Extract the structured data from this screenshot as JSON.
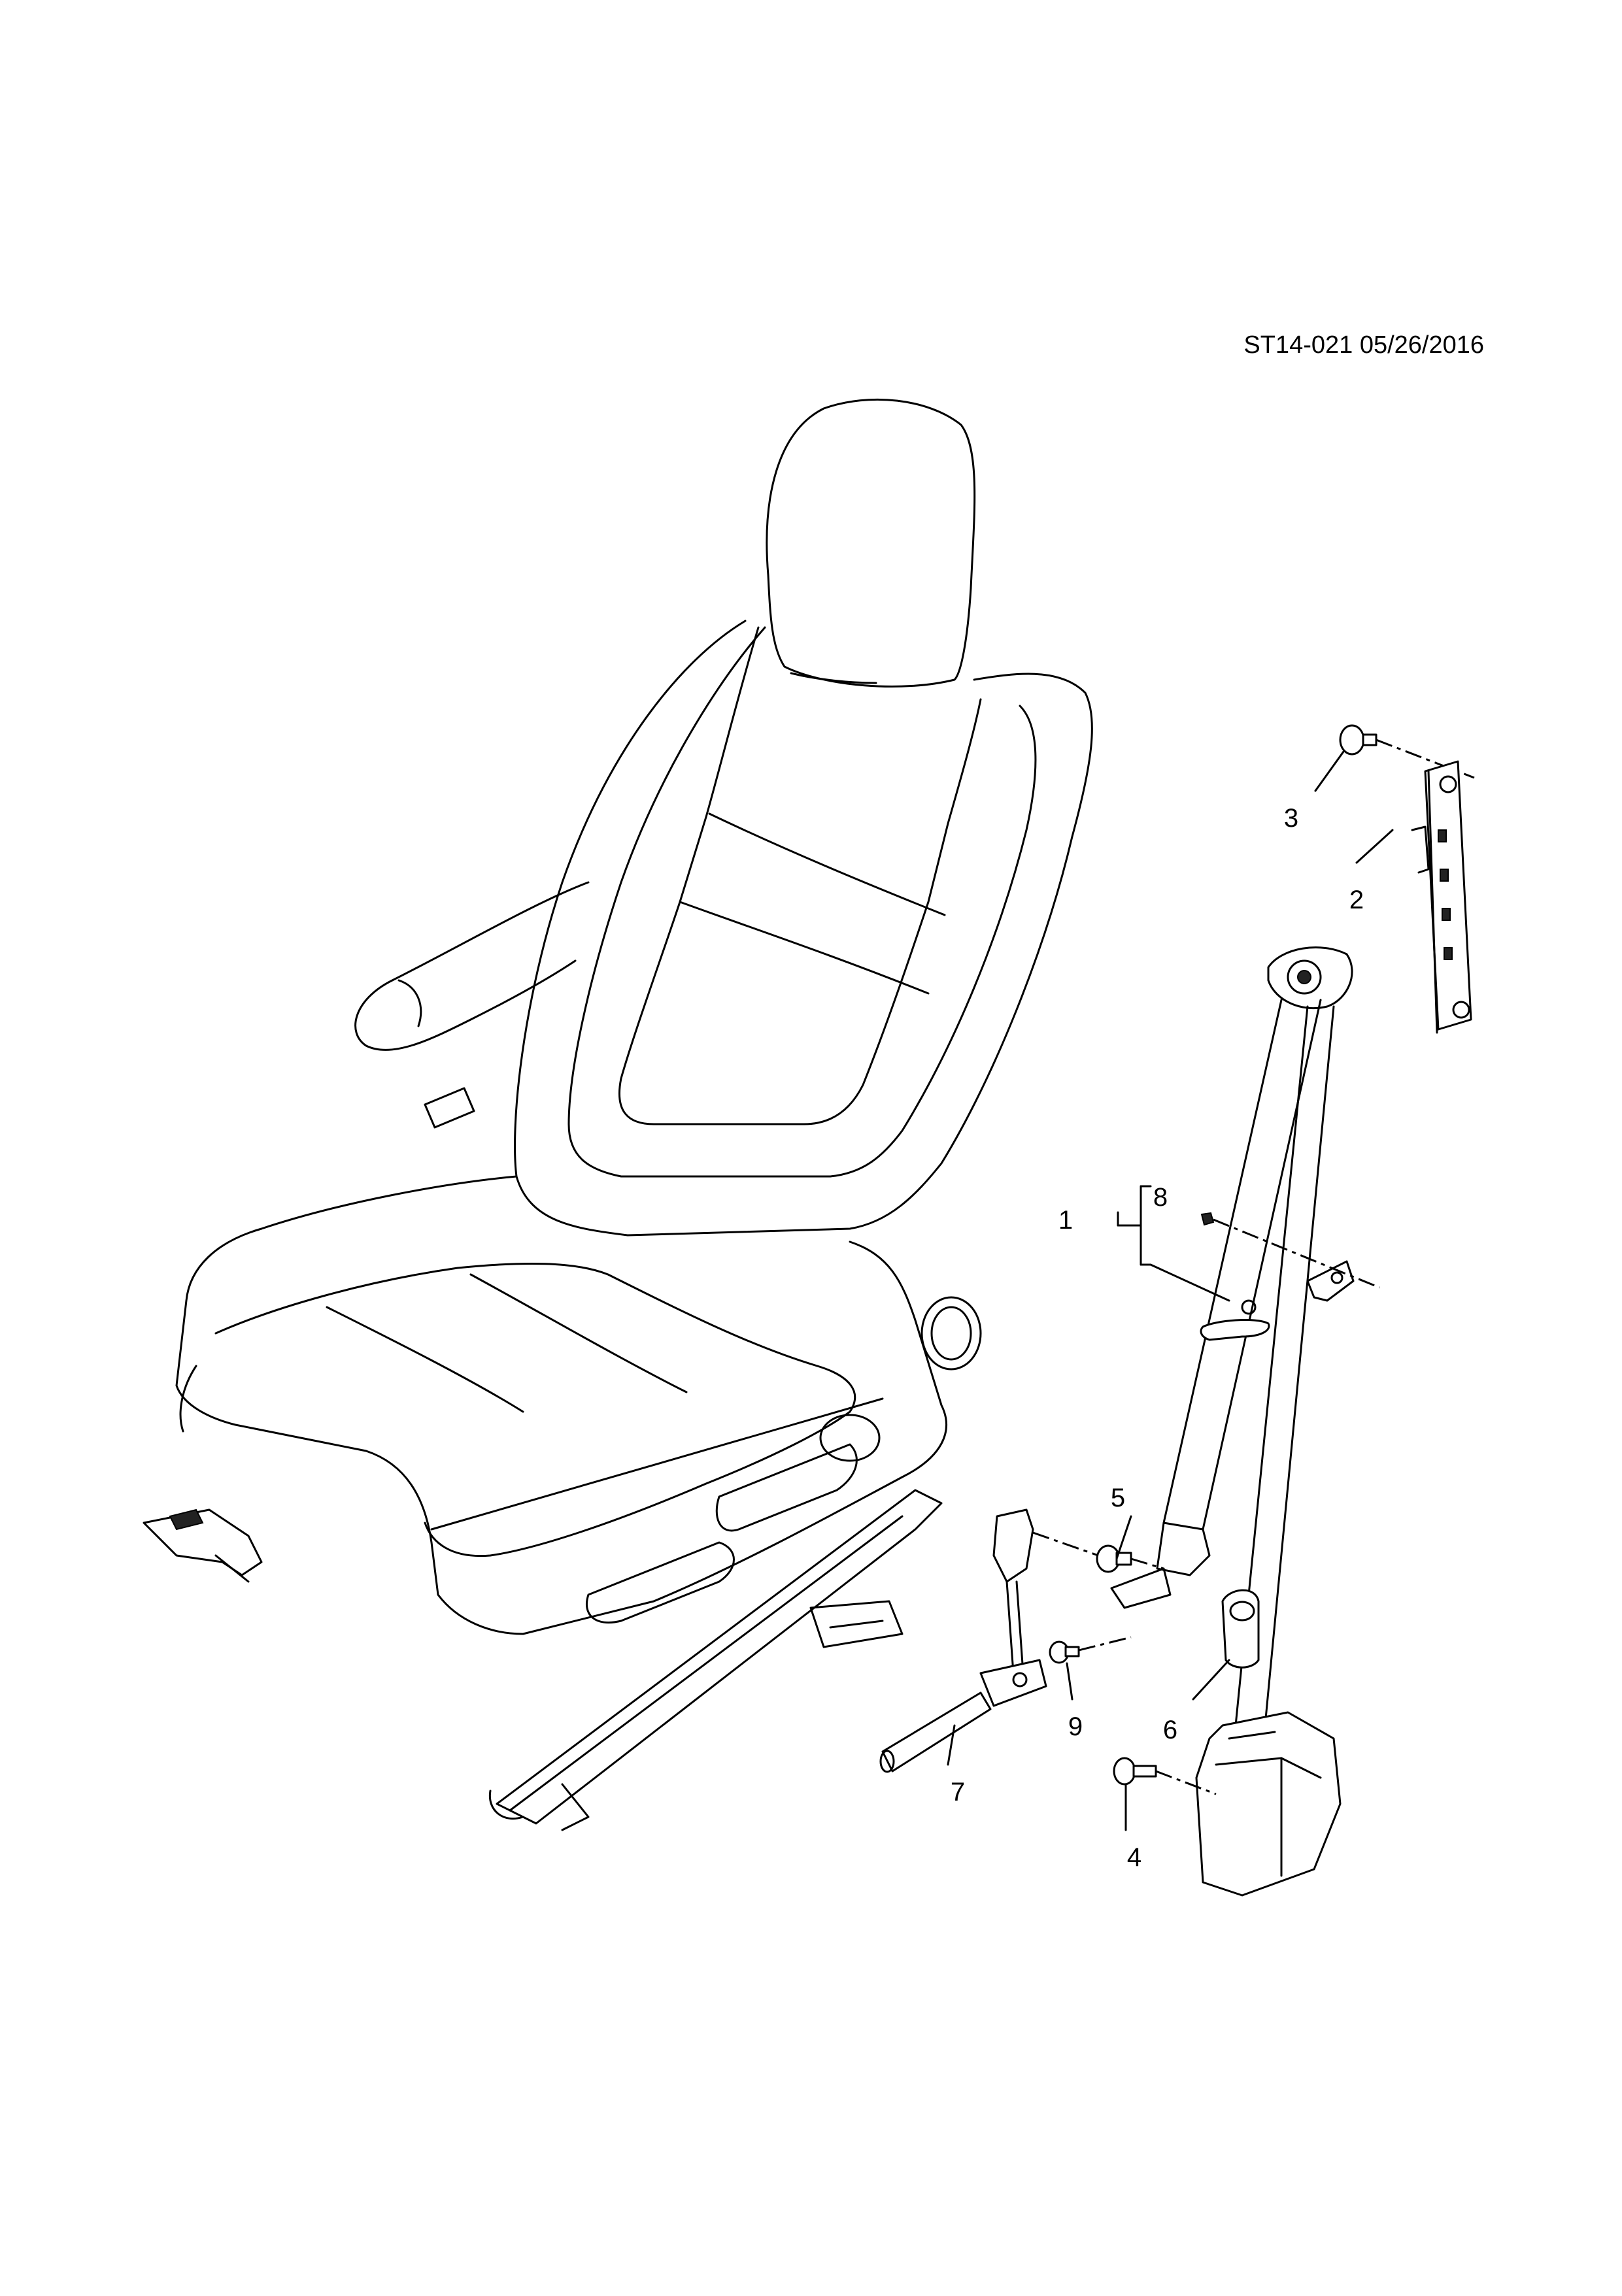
{
  "diagram": {
    "reference_id": "ST14-021 05/26/2016",
    "callouts": [
      "1",
      "2",
      "3",
      "4",
      "5",
      "6",
      "7",
      "8",
      "9"
    ]
  }
}
